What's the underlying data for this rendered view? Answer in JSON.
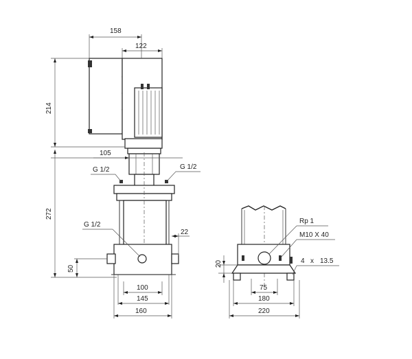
{
  "dimensions": {
    "motor_width": "158",
    "motor_body": "122",
    "motor_height": "214",
    "coupling_offset": "105",
    "pump_height": "272",
    "inlet_height": "50",
    "side_offset": "22",
    "base_100": "100",
    "base_145": "145",
    "base_160": "160",
    "foot_height": "20",
    "foot_75": "75",
    "foot_180": "180",
    "foot_220": "220"
  },
  "labels": {
    "port_left_top": "G 1/2",
    "port_right_top": "G 1/2",
    "port_mid": "G 1/2",
    "rp": "Rp 1",
    "bolt": "M10 X 40",
    "holes_count": "4",
    "holes_x": "x",
    "holes_size": "13.5"
  }
}
